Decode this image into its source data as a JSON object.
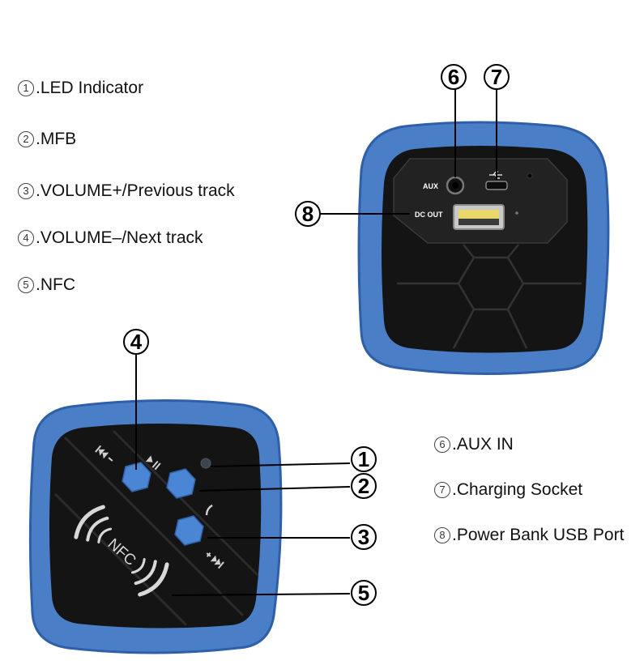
{
  "legend": [
    {
      "num": "1",
      "text": ".LED Indicator"
    },
    {
      "num": "2",
      "text": ".MFB"
    },
    {
      "num": "3",
      "text": ".VOLUME+/Previous track"
    },
    {
      "num": "4",
      "text": ".VOLUME–/Next track"
    },
    {
      "num": "5",
      "text": ".NFC"
    },
    {
      "num": "6",
      "text": ".AUX IN"
    },
    {
      "num": "7",
      "text": ".Charging Socket"
    },
    {
      "num": "8",
      "text": ".Power Bank USB Port"
    }
  ],
  "callouts": [
    "1",
    "2",
    "3",
    "4",
    "5",
    "6",
    "7",
    "8"
  ],
  "device": {
    "port_aux": "AUX",
    "port_dc_out": "DC OUT",
    "nfc_text": "NFC"
  },
  "colors": {
    "shell": "#4a7fc8",
    "shell_dark": "#2f5fa6",
    "face": "#141414",
    "button": "#4a86d4"
  }
}
